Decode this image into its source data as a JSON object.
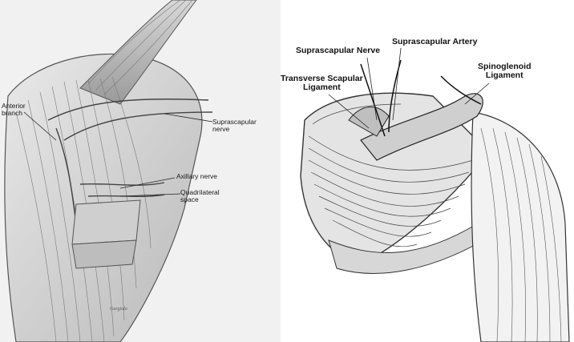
{
  "left_figure": {
    "labels": {
      "anterior_branch": "Anterior\nbranch",
      "suprascapular_nerve": "Suprascapular\nnerve",
      "axillary_nerve": "Axillary nerve",
      "quadrilateral_space": "Quadrilateral\nspace"
    },
    "artist_signature": "Gurgiulo"
  },
  "right_figure": {
    "labels": {
      "suprascapular_nerve": "Suprascapular Nerve",
      "suprascapular_artery": "Suprascapular Artery",
      "spinoglenoid_ligament": "Spinoglenoid\nLigament",
      "transverse_scapular_ligament": "Transverse Scapular\nLigament"
    }
  }
}
